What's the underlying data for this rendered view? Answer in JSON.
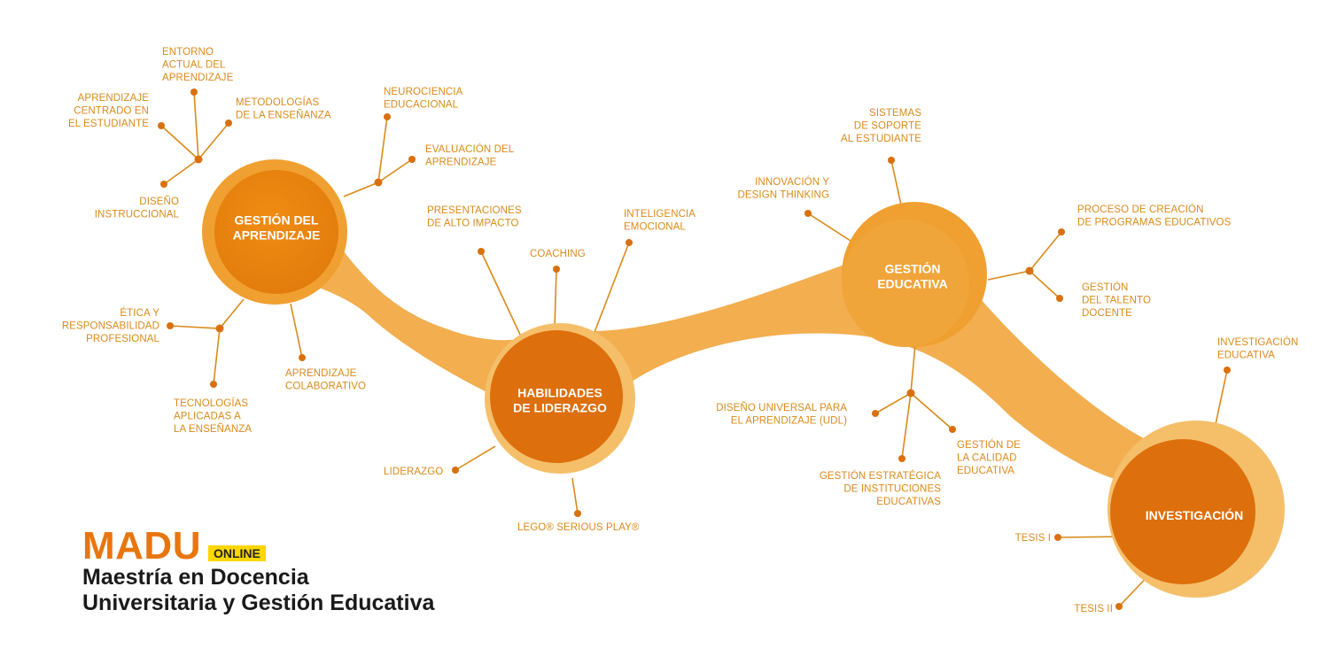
{
  "colors": {
    "ribbon": "#f0a030",
    "ribbon_light": "#f5bf6a",
    "node_fill": "#e8870f",
    "node_dark": "#dd6f0c",
    "line": "#d98a1a",
    "dot": "#d9700f"
  },
  "hubs": [
    {
      "id": "gestion-aprendizaje",
      "lines": [
        "GESTIÓN DEL",
        "APRENDIZAJE"
      ]
    },
    {
      "id": "habilidades-liderazgo",
      "lines": [
        "HABILIDADES",
        "DE LIDERAZGO"
      ]
    },
    {
      "id": "gestion-educativa",
      "lines": [
        "GESTIÓN",
        "EDUCATIVA"
      ]
    },
    {
      "id": "investigacion",
      "lines": [
        "INVESTIGACIÓN"
      ]
    }
  ],
  "topics": [
    {
      "id": "entorno-actual",
      "lines": [
        "ENTORNO",
        "ACTUAL DEL",
        "APRENDIZAJE"
      ]
    },
    {
      "id": "aprendizaje-centrado",
      "lines": [
        "APRENDIZAJE",
        "CENTRADO EN",
        "EL ESTUDIANTE"
      ]
    },
    {
      "id": "metodologias",
      "lines": [
        "METODOLOGÍAS",
        "DE LA ENSEÑANZA"
      ]
    },
    {
      "id": "neurociencia",
      "lines": [
        "NEUROCIENCIA",
        "EDUCACIONAL"
      ]
    },
    {
      "id": "evaluacion",
      "lines": [
        "EVALUACIÓN DEL",
        "APRENDIZAJE"
      ]
    },
    {
      "id": "diseno-instruccional",
      "lines": [
        "DISEÑO",
        "INSTRUCCIONAL"
      ]
    },
    {
      "id": "etica",
      "lines": [
        "ÉTICA Y",
        "RESPONSABILIDAD",
        "PROFESIONAL"
      ]
    },
    {
      "id": "aprendizaje-colaborativo",
      "lines": [
        "APRENDIZAJE",
        "COLABORATIVO"
      ]
    },
    {
      "id": "tecnologias",
      "lines": [
        "TECNOLOGÍAS",
        "APLICADAS A",
        "LA ENSEÑANZA"
      ]
    },
    {
      "id": "presentaciones",
      "lines": [
        "PRESENTACIONES",
        "DE ALTO IMPACTO"
      ]
    },
    {
      "id": "coaching",
      "lines": [
        "COACHING"
      ]
    },
    {
      "id": "inteligencia-emocional",
      "lines": [
        "INTELIGENCIA",
        "EMOCIONAL"
      ]
    },
    {
      "id": "liderazgo",
      "lines": [
        "LIDERAZGO"
      ]
    },
    {
      "id": "lego",
      "lines": [
        "LEGO® SERIOUS PLAY®"
      ]
    },
    {
      "id": "sistemas-soporte",
      "lines": [
        "SISTEMAS",
        "DE SOPORTE",
        "AL ESTUDIANTE"
      ]
    },
    {
      "id": "innovacion",
      "lines": [
        "INNOVACIÓN Y",
        "DESIGN THINKING"
      ]
    },
    {
      "id": "proceso-creacion",
      "lines": [
        "PROCESO DE CREACIÓN",
        "DE PROGRAMAS EDUCATIVOS"
      ]
    },
    {
      "id": "gestion-talento",
      "lines": [
        "GESTIÓN",
        "DEL TALENTO",
        "DOCENTE"
      ]
    },
    {
      "id": "udl",
      "lines": [
        "DISEÑO UNIVERSAL PARA",
        "EL APRENDIZAJE (UDL)"
      ]
    },
    {
      "id": "gestion-calidad",
      "lines": [
        "GESTIÓN DE",
        "LA CALIDAD",
        "EDUCATIVA"
      ]
    },
    {
      "id": "gestion-estrategica",
      "lines": [
        "GESTIÓN ESTRATÉGICA",
        "DE INSTITUCIONES",
        "EDUCATIVAS"
      ]
    },
    {
      "id": "investigacion-educativa",
      "lines": [
        "INVESTIGACIÓN",
        "EDUCATIVA"
      ]
    },
    {
      "id": "tesis-1",
      "lines": [
        "TESIS I"
      ]
    },
    {
      "id": "tesis-2",
      "lines": [
        "TESIS II"
      ]
    }
  ],
  "brand": {
    "name": "MADU",
    "badge": "ONLINE",
    "subtitle_line1": "Maestría en Docencia",
    "subtitle_line2": "Universitaria y Gestión Educativa"
  }
}
